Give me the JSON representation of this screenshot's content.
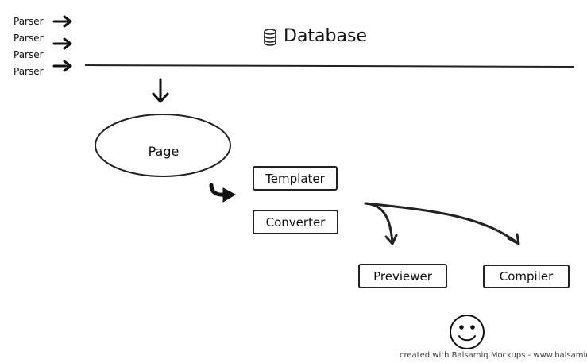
{
  "parsers": {
    "labels": [
      "Parser",
      "Parser",
      "Parser",
      "Parser"
    ]
  },
  "database": {
    "title": "Database",
    "icon": "database-icon"
  },
  "nodes": {
    "page": "Page",
    "templater": "Templater",
    "converter": "Converter",
    "previewer": "Previewer",
    "compiler": "Compiler"
  },
  "footer": {
    "text": "created with Balsamiq Mockups - www.balsamiq.com",
    "icon": "smiley-icon"
  }
}
